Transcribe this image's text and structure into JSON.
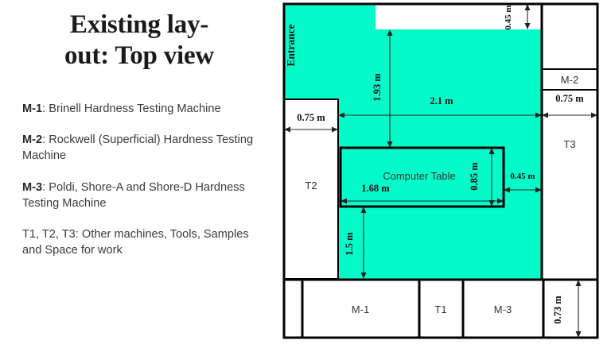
{
  "title": "Existing lay-\nout: Top view",
  "title_line1": "Existing lay-",
  "title_line2": "out: Top view",
  "legend": [
    {
      "key": "M-1",
      "sep": ": ",
      "text": "Brinell Hardness Testing Machine"
    },
    {
      "key": "M-2",
      "sep": ": ",
      "text": "Rockwell (Superficial) Hardness Testing Machine"
    },
    {
      "key": "M-3",
      "sep": ": ",
      "text": "Poldi, Shore-A and Shore-D Hardness Testing Machine"
    },
    {
      "key": "",
      "sep": "",
      "text": "T1, T2, T3: Other machines, Tools, Samples and Space for work"
    }
  ],
  "diagram": {
    "entrance_label": "Entrance",
    "computer_table_label": "Computer Table",
    "rooms": {
      "t1": "T1",
      "t2": "T2",
      "t3": "T3",
      "m1": "M-1",
      "m2": "M-2",
      "m3": "M-3"
    },
    "dimensions": {
      "top_gap": "0.45 m",
      "left_width": "0.75 m",
      "right_width": "0.75 m",
      "vertical_main": "1.93 m",
      "horizontal_main": "2.1 m",
      "table_width": "1.68 m",
      "table_depth": "0.85 m",
      "table_clearance": "0.45 m",
      "lower_clearance": "1.5 m",
      "bottom_depth": "0.73 m"
    },
    "colors": {
      "floor_green": "#05FACA",
      "machine_pink": "#F0B0AC",
      "wall": "#000000",
      "empty": "#FFFFFF"
    }
  }
}
